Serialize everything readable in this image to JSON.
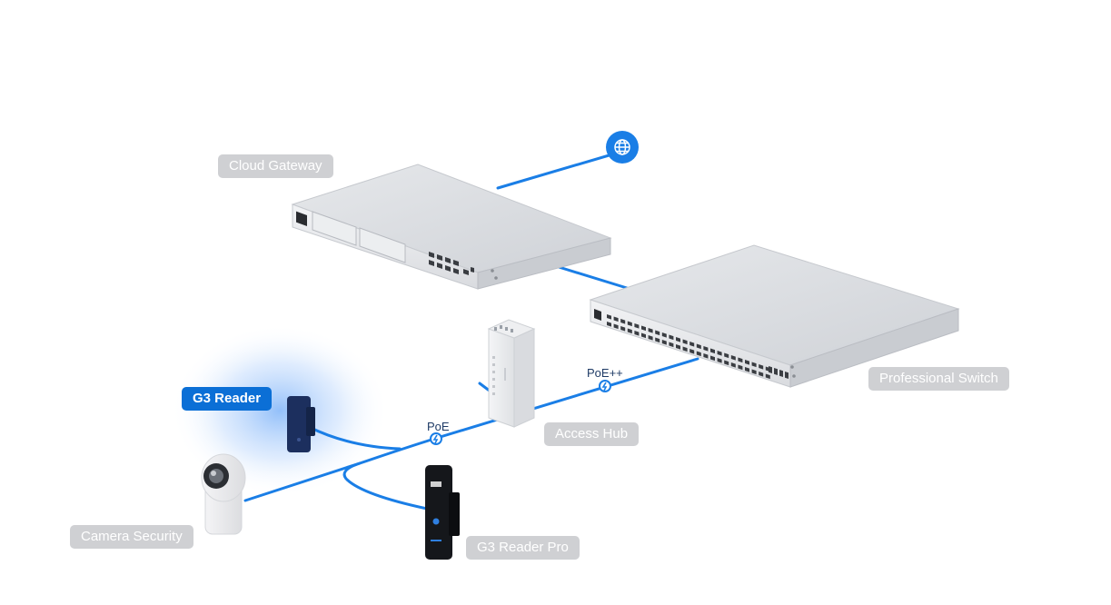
{
  "labels": {
    "cloud_gateway": "Cloud Gateway",
    "professional_switch": "Professional Switch",
    "access_hub": "Access Hub",
    "g3_reader": "G3 Reader",
    "camera_security": "Camera Security",
    "g3_reader_pro": "G3 Reader Pro"
  },
  "links": {
    "poe_label": "PoE",
    "poe_plus_plus_label": "PoE++"
  },
  "icons": {
    "internet": "globe-icon",
    "power_marker": "bolt-icon"
  },
  "colors": {
    "cable": "#1a7ee6",
    "accent": "#0b6fd6",
    "label_grey": "#cfd0d3",
    "device_silver": "#d8dade"
  }
}
